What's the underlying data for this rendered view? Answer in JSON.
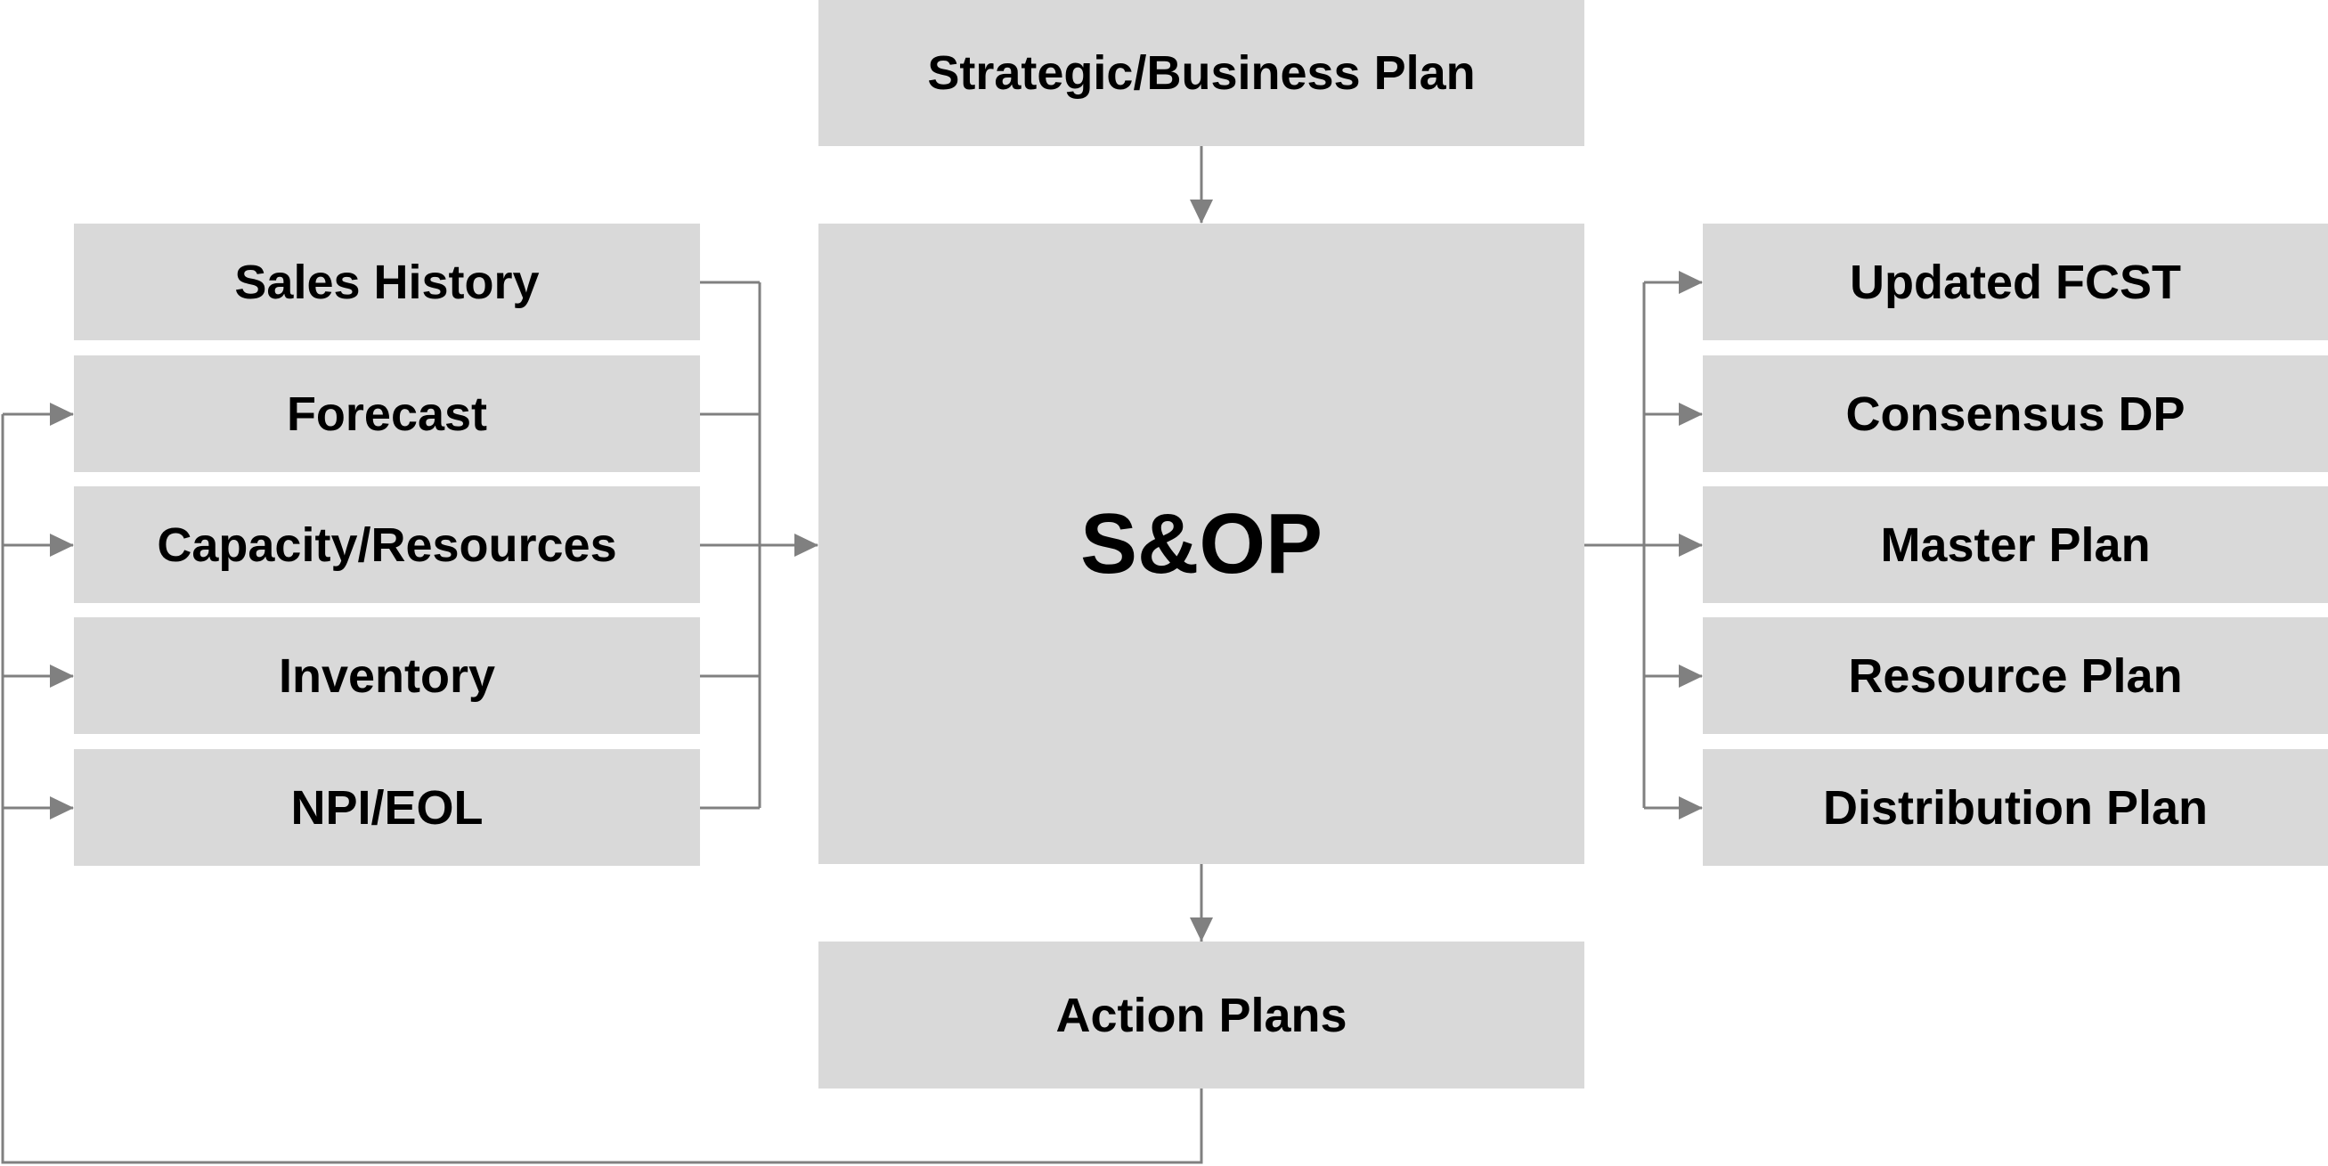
{
  "diagram": {
    "top": {
      "label": "Strategic/Business Plan"
    },
    "center": {
      "label": "S&OP"
    },
    "bottom": {
      "label": "Action Plans"
    },
    "inputs": [
      {
        "label": "Sales History"
      },
      {
        "label": "Forecast"
      },
      {
        "label": "Capacity/Resources"
      },
      {
        "label": "Inventory"
      },
      {
        "label": "NPI/EOL"
      }
    ],
    "outputs": [
      {
        "label": "Updated FCST"
      },
      {
        "label": "Consensus DP"
      },
      {
        "label": "Master Plan"
      },
      {
        "label": "Resource Plan"
      },
      {
        "label": "Distribution Plan"
      }
    ]
  },
  "colors": {
    "box_fill": "#d9d9d9",
    "connector": "#808080",
    "text": "#000000"
  }
}
